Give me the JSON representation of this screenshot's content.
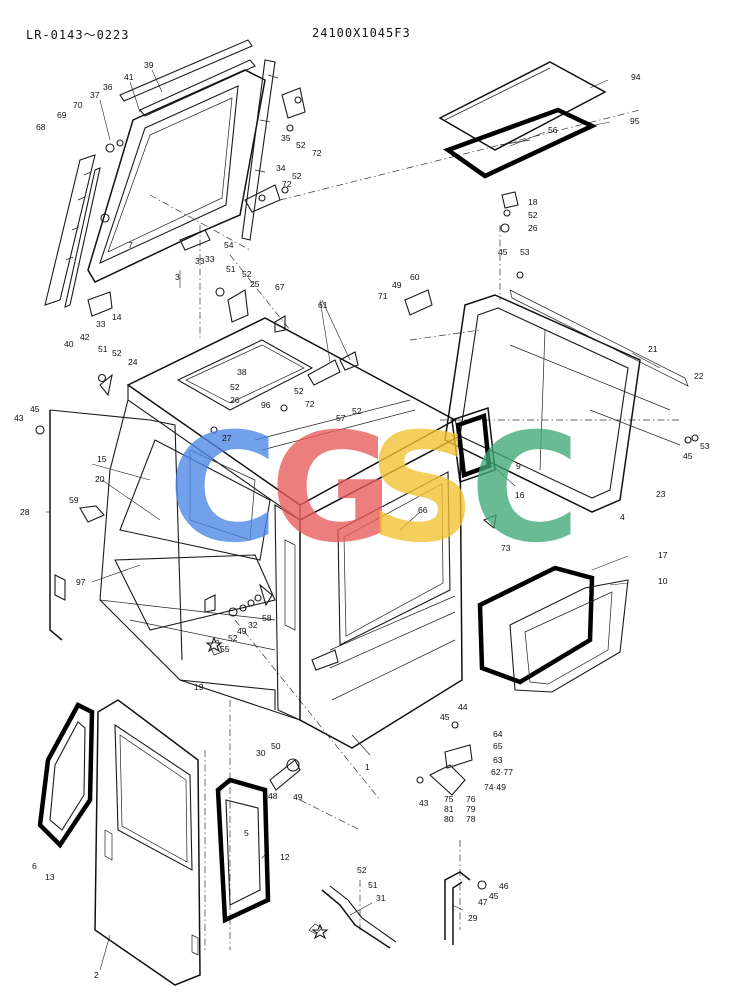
{
  "header": {
    "serial_range": "LR-0143～0223",
    "part_code": "24100X1045F3"
  },
  "watermark": {
    "letters": [
      {
        "char": "C",
        "color": "#4d86e6"
      },
      {
        "char": "G",
        "color": "#e85b5b"
      },
      {
        "char": "S",
        "color": "#f2c230"
      },
      {
        "char": "C",
        "color": "#3fa876"
      }
    ]
  },
  "callouts": [
    "39",
    "41",
    "37",
    "36",
    "70",
    "69",
    "68",
    "35",
    "52",
    "72",
    "34",
    "52",
    "72",
    "54",
    "33",
    "3",
    "7",
    "14",
    "33",
    "40",
    "42",
    "51",
    "52",
    "25",
    "67",
    "33",
    "94",
    "95",
    "56",
    "18",
    "52",
    "26",
    "45",
    "53",
    "60",
    "49",
    "71",
    "61",
    "51",
    "52",
    "24",
    "38",
    "52",
    "26",
    "52",
    "72",
    "57",
    "52",
    "96",
    "27",
    "21",
    "22",
    "23",
    "45",
    "53",
    "4",
    "43",
    "45",
    "28",
    "15",
    "20",
    "59",
    "97",
    "9",
    "16",
    "73",
    "66",
    "17",
    "10",
    "58",
    "32",
    "49",
    "52",
    "55",
    "19",
    "45",
    "44",
    "64",
    "65",
    "63",
    "62·77",
    "74·49",
    "43",
    "75",
    "76",
    "81",
    "79",
    "80",
    "78",
    "30",
    "50",
    "48",
    "49",
    "1",
    "6",
    "13",
    "5",
    "12",
    "2",
    "52",
    "51",
    "31",
    "46",
    "47",
    "45",
    "29"
  ]
}
